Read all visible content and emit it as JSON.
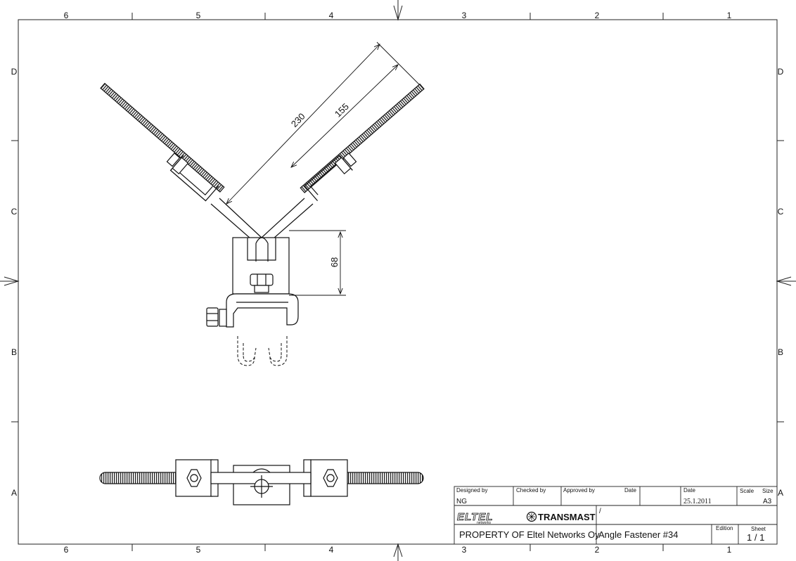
{
  "zones": {
    "columns": [
      "6",
      "5",
      "4",
      "3",
      "2",
      "1"
    ],
    "rows": [
      "D",
      "C",
      "B",
      "A"
    ]
  },
  "dimensions": {
    "overall_length": "230",
    "thread_length": "155",
    "height": "68"
  },
  "title_block": {
    "designed_by_label": "Designed by",
    "designed_by_value": "NG",
    "checked_by_label": "Checked by",
    "checked_by_value": "",
    "approved_by_label": "Approved by",
    "approved_date_label": "Date",
    "date_label": "Date",
    "date_value": "25.1.2011",
    "scale_label": "Scale",
    "size_label": "Size",
    "size_value": "A3",
    "logo_eltel": "ELTEL",
    "logo_eltel_sub": "networks",
    "logo_transmast": "TRANSMAST",
    "field_slash": "/",
    "property_text": "PROPERTY OF Eltel Networks Oy",
    "drawing_title": "Angle Fastener #34",
    "edition_label": "Edition",
    "sheet_label": "Sheet",
    "sheet_value": "1 / 1"
  }
}
